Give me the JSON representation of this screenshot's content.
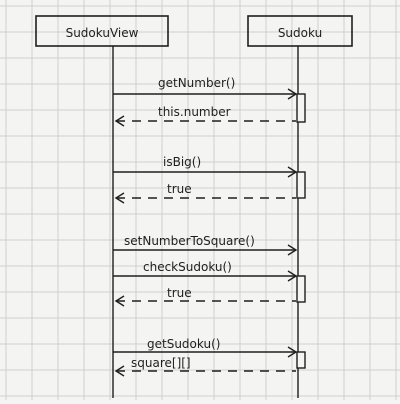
{
  "diagram_type": "sequence",
  "participants": [
    {
      "id": "view",
      "name": "SudokuView"
    },
    {
      "id": "model",
      "name": "Sudoku"
    }
  ],
  "messages": [
    {
      "label": "getNumber()",
      "from": "view",
      "to": "model",
      "kind": "call"
    },
    {
      "label": "this.number",
      "from": "model",
      "to": "view",
      "kind": "return"
    },
    {
      "label": "isBig()",
      "from": "view",
      "to": "model",
      "kind": "call"
    },
    {
      "label": "true",
      "from": "model",
      "to": "view",
      "kind": "return"
    },
    {
      "label": "setNumberToSquare()",
      "from": "view",
      "to": "model",
      "kind": "call"
    },
    {
      "label": "checkSudoku()",
      "from": "view",
      "to": "model",
      "kind": "call"
    },
    {
      "label": "true",
      "from": "model",
      "to": "view",
      "kind": "return"
    },
    {
      "label": "getSudoku()",
      "from": "view",
      "to": "model",
      "kind": "call"
    },
    {
      "label": "square[][]",
      "from": "model",
      "to": "view",
      "kind": "return"
    }
  ],
  "colors": {
    "ink": "#1f1f1f",
    "grid": "#cfcfcf",
    "paper": "#f4f4f2"
  }
}
